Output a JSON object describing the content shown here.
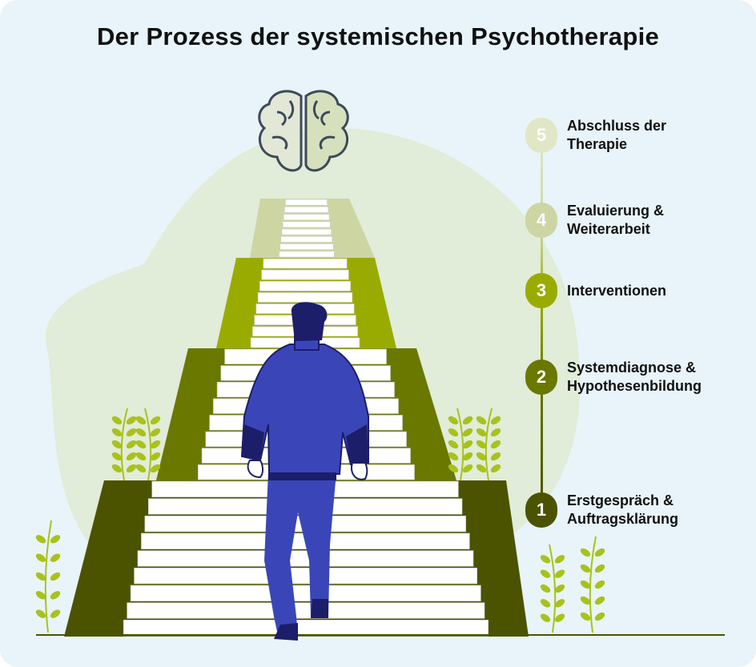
{
  "title": "Der Prozess der systemischen Psychotherapie",
  "steps": [
    {
      "number": "5",
      "label": "Abschluss der\nTherapie",
      "color": "#e1e6c6"
    },
    {
      "number": "4",
      "label": "Evaluierung &\nWeiterarbeit",
      "color": "#cdd6a3"
    },
    {
      "number": "3",
      "label": "Interventionen",
      "color": "#9aab00"
    },
    {
      "number": "2",
      "label": "Systemdiagnose &\nHypothesenbildung",
      "color": "#6a7800"
    },
    {
      "number": "1",
      "label": "Erstgespräch &\nAuftragsklärung",
      "color": "#4b5300"
    }
  ],
  "colors": {
    "background": "#e8f4f9",
    "blob": "#e1ecd9",
    "person": "#3a46b8",
    "person_dark": "#1c1e69",
    "plant": "#a9c21a"
  }
}
